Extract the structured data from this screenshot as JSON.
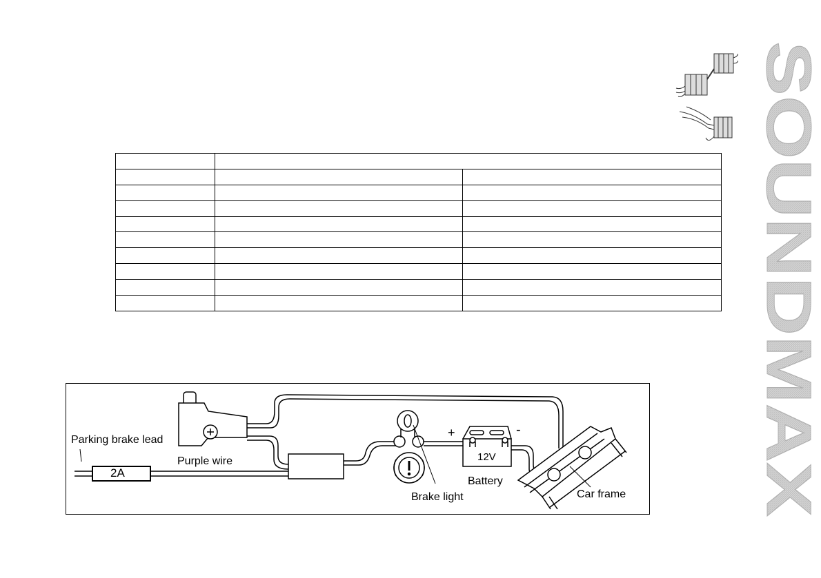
{
  "brand": {
    "text": "SOUNDMAX",
    "color": "#c8c8c8"
  },
  "connectors_illustration": {
    "icons": [
      "iso-connector-pair-icon",
      "iso-adapter-wires-icon"
    ]
  },
  "wiring_table": {
    "rows": [
      [
        "",
        ""
      ],
      [
        "",
        "",
        ""
      ],
      [
        "",
        "",
        ""
      ],
      [
        "",
        "",
        ""
      ],
      [
        "",
        "",
        ""
      ],
      [
        "",
        "",
        ""
      ],
      [
        "",
        "",
        ""
      ],
      [
        "",
        "",
        ""
      ],
      [
        "",
        "",
        ""
      ],
      [
        "",
        "",
        ""
      ]
    ]
  },
  "brake_diagram": {
    "labels": {
      "parking_brake_lead": "Parking brake lead",
      "purple_wire": "Purple wire",
      "fuse": "2A",
      "plus": "+",
      "minus": "-",
      "battery_voltage": "12V",
      "battery": "Battery",
      "brake_light": "Brake light",
      "car_frame": "Car frame"
    },
    "icons": [
      "parking-brake-switch-icon",
      "brake-light-bulb-icon",
      "brake-warning-icon",
      "battery-icon",
      "car-frame-icon"
    ]
  }
}
